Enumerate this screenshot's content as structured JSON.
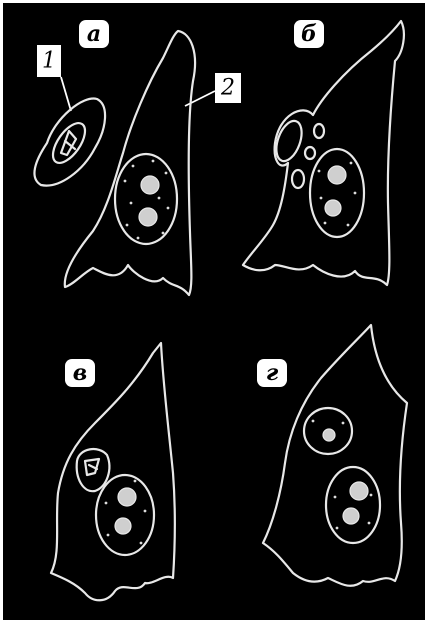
{
  "panels": [
    {
      "id": "a",
      "letter": "а"
    },
    {
      "id": "b",
      "letter": "б"
    },
    {
      "id": "v",
      "letter": "в"
    },
    {
      "id": "g",
      "letter": "г"
    }
  ],
  "labels": {
    "parasite": "1",
    "host_cell": "2"
  },
  "colors": {
    "background": "#000000",
    "line": "#e8e8e8",
    "badge": "#ffffff"
  }
}
